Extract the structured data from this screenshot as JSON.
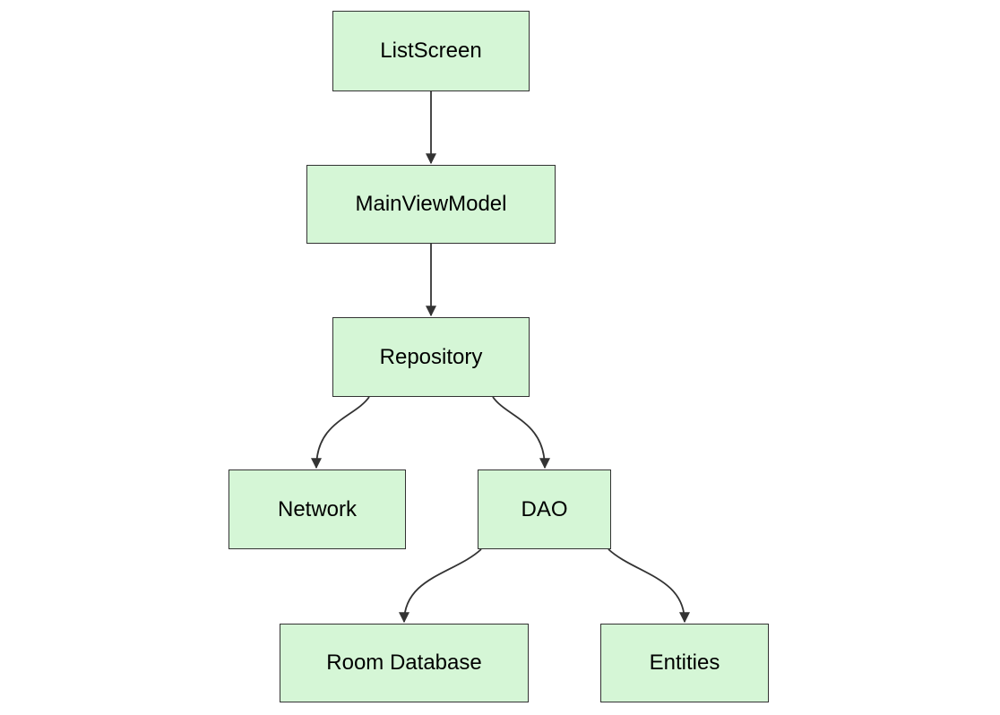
{
  "diagram": {
    "type": "flowchart",
    "direction": "top-down",
    "colors": {
      "background": "#ffffff",
      "node_fill": "#d5f6d6",
      "node_border": "#333333",
      "edge": "#333333",
      "label": "#000000"
    },
    "nodes": [
      {
        "id": "listscreen",
        "label": "ListScreen"
      },
      {
        "id": "mainviewmodel",
        "label": "MainViewModel"
      },
      {
        "id": "repository",
        "label": "Repository"
      },
      {
        "id": "network",
        "label": "Network"
      },
      {
        "id": "dao",
        "label": "DAO"
      },
      {
        "id": "roomdatabase",
        "label": "Room Database"
      },
      {
        "id": "entities",
        "label": "Entities"
      }
    ],
    "edges": [
      {
        "from": "ListScreen",
        "to": "MainViewModel",
        "arrow": "filled-triangle"
      },
      {
        "from": "MainViewModel",
        "to": "Repository",
        "arrow": "filled-triangle"
      },
      {
        "from": "Repository",
        "to": "Network",
        "arrow": "filled-triangle"
      },
      {
        "from": "Repository",
        "to": "DAO",
        "arrow": "filled-triangle"
      },
      {
        "from": "DAO",
        "to": "Room Database",
        "arrow": "filled-triangle"
      },
      {
        "from": "DAO",
        "to": "Entities",
        "arrow": "filled-triangle"
      }
    ]
  }
}
